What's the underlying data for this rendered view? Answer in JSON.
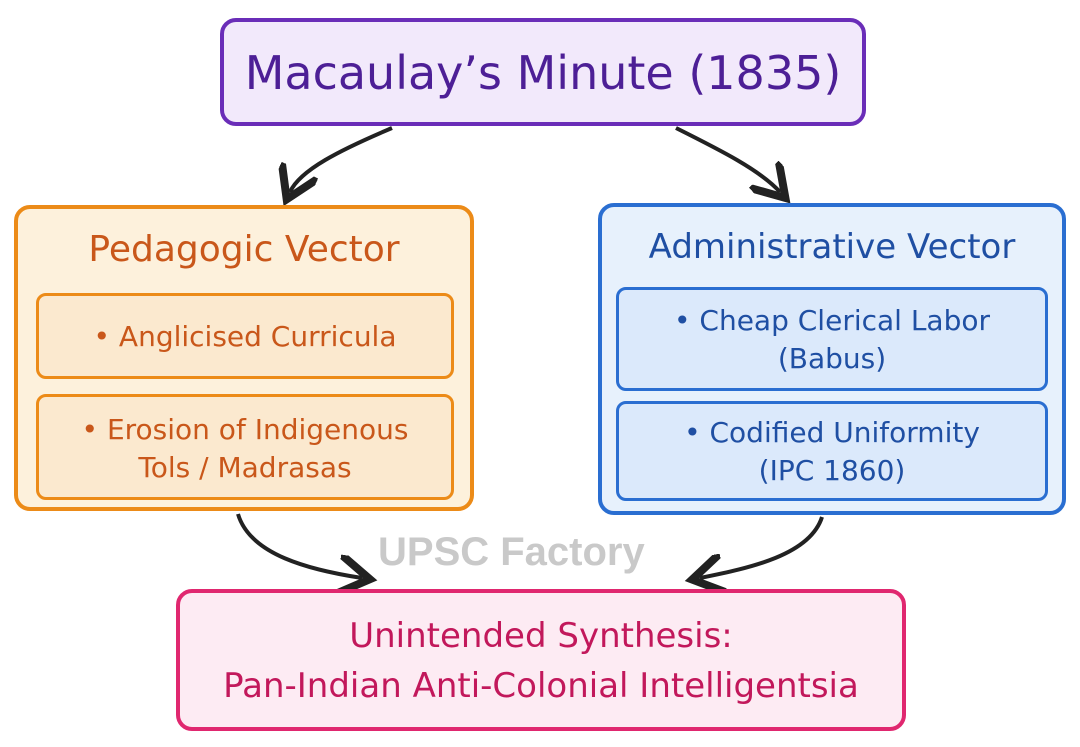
{
  "top": {
    "title": "Macaulay’s Minute (1835)"
  },
  "pedagogic": {
    "title": "Pedagogic Vector",
    "items": [
      {
        "lines": [
          "• Anglicised Curricula"
        ]
      },
      {
        "lines": [
          "• Erosion of Indigenous",
          "Tols / Madrasas"
        ]
      }
    ]
  },
  "administrative": {
    "title": "Administrative Vector",
    "items": [
      {
        "lines": [
          "• Cheap Clerical Labor",
          "(Babus)"
        ]
      },
      {
        "lines": [
          "• Codified Uniformity",
          "(IPC 1860)"
        ]
      }
    ]
  },
  "bottom": {
    "line1": "Unintended Synthesis:",
    "line2": "Pan-Indian Anti-Colonial Intelligentsia"
  },
  "watermark": "UPSC Factory",
  "colors": {
    "top_border": "#6a2db8",
    "pedagogic_border": "#ec8b18",
    "administrative_border": "#2a6ed1",
    "bottom_border": "#e0276f",
    "arrow": "#222222"
  }
}
